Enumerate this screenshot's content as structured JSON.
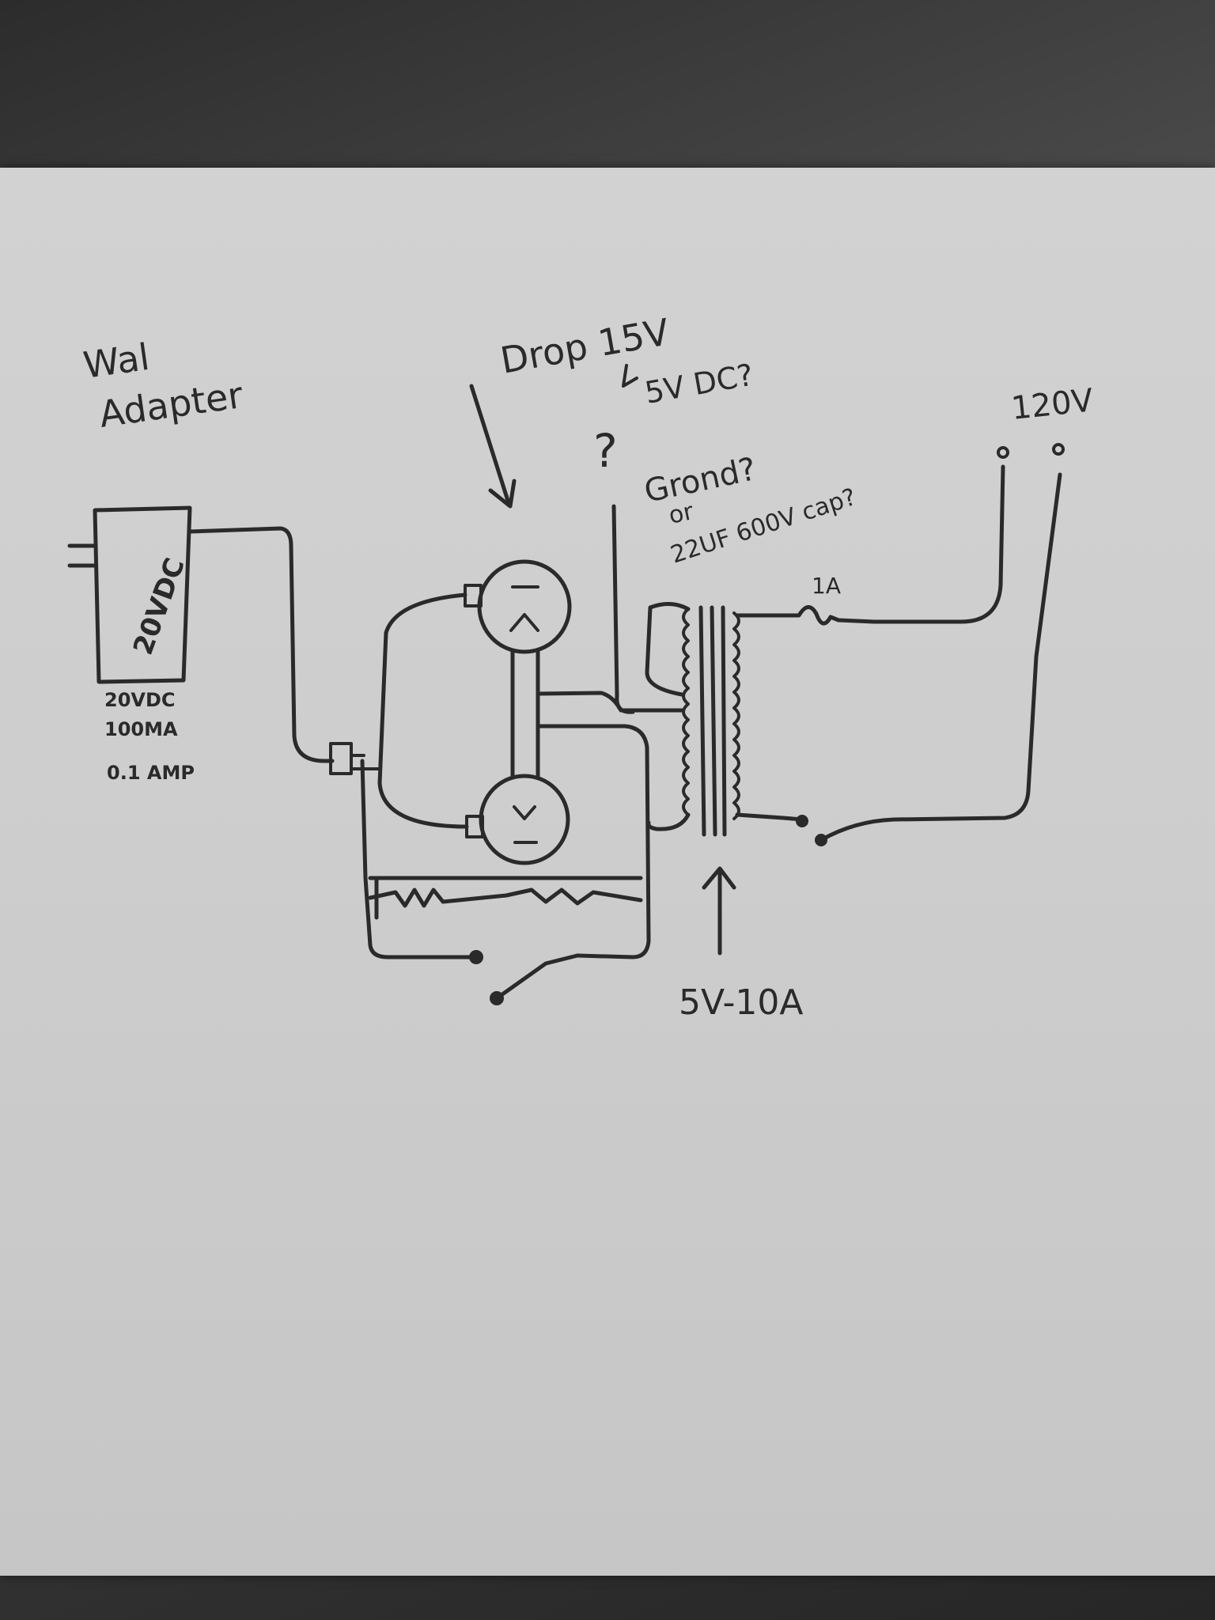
{
  "wall_adapter_label": [
    "Wal",
    "Adapter"
  ],
  "adapter_body_label": "20VDC",
  "adapter_specs": [
    "20VDC",
    "100MA",
    "0.1 AMP"
  ],
  "drop_label": "Drop 15V",
  "dc_label": "5V DC?",
  "question_mark": "?",
  "ground_label": [
    "Grond?",
    "or",
    "22UF 600V cap?"
  ],
  "mains_label": "120V",
  "fuse_label": "1A",
  "transformer_label": "5V-10A"
}
